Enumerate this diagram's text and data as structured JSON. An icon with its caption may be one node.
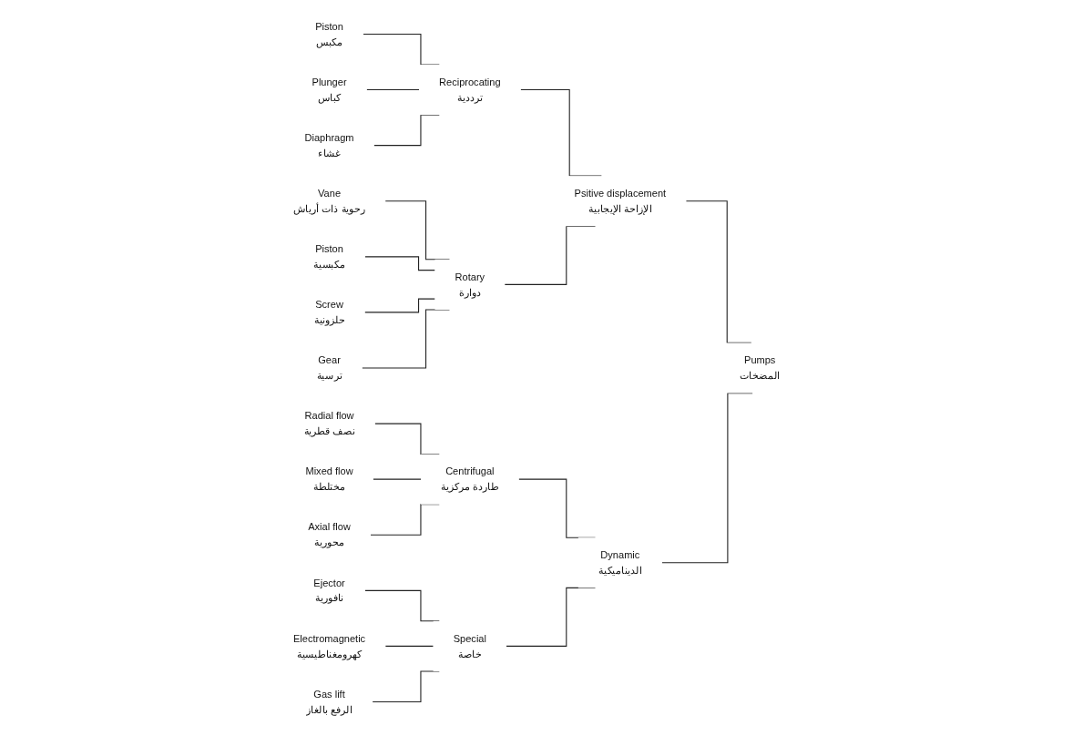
{
  "diagram": {
    "nodes": [
      {
        "text": [
          "Pumps",
          "المضخات"
        ]
      },
      {
        "text": [
          "Psitive displacement",
          "الإزاحة الإيجابية"
        ]
      },
      {
        "text": [
          "Reciprocating",
          "ترددية"
        ]
      },
      {
        "text": [
          "Piston",
          "مكبس"
        ]
      },
      {
        "text": [
          "Plunger",
          "كباس"
        ]
      },
      {
        "text": [
          "Diaphragm",
          "غشاء"
        ]
      },
      {
        "text": [
          "Rotary",
          "دوارة"
        ]
      },
      {
        "text": [
          "Vane",
          "رحوية ذات أرياش"
        ]
      },
      {
        "text": [
          "Piston",
          "مكبسية"
        ]
      },
      {
        "text": [
          "Screw",
          "حلزونية"
        ]
      },
      {
        "text": [
          "Gear",
          "ترسية"
        ]
      },
      {
        "text": [
          "Dynamic",
          "الديناميكية"
        ]
      },
      {
        "text": [
          "Centrifugal",
          "طاردة مركزية"
        ]
      },
      {
        "text": [
          "Radial flow",
          "نصف قطرية"
        ]
      },
      {
        "text": [
          "Mixed flow",
          "مختلطة"
        ]
      },
      {
        "text": [
          "Axial flow",
          "محورية"
        ]
      },
      {
        "text": [
          "Special",
          "خاصة"
        ]
      },
      {
        "text": [
          "Ejector",
          "نافورية"
        ]
      },
      {
        "text": [
          "Electromagnetic",
          "كهرومغناطيسية"
        ]
      },
      {
        "text": [
          "Gas lift",
          "الرفع بالغاز"
        ]
      }
    ],
    "edges": [
      {
        "from": 0,
        "to": 1,
        "arrow": "none"
      },
      {
        "from": 1,
        "to": 2,
        "arrow": "none"
      },
      {
        "from": 2,
        "to": 3,
        "arrow": "none"
      },
      {
        "from": 2,
        "to": 4,
        "arrow": "none"
      },
      {
        "from": 2,
        "to": 5,
        "arrow": "none"
      },
      {
        "from": 1,
        "to": 6,
        "arrow": "none"
      },
      {
        "from": 6,
        "to": 7,
        "arrow": "none"
      },
      {
        "from": 6,
        "to": 8,
        "arrow": "none"
      },
      {
        "from": 6,
        "to": 9,
        "arrow": "none"
      },
      {
        "from": 6,
        "to": 10,
        "arrow": "none"
      },
      {
        "from": 0,
        "to": 11,
        "arrow": "none"
      },
      {
        "from": 11,
        "to": 12,
        "arrow": "none"
      },
      {
        "from": 12,
        "to": 13,
        "arrow": "none"
      },
      {
        "from": 12,
        "to": 14,
        "arrow": "none"
      },
      {
        "from": 12,
        "to": 15,
        "arrow": "none"
      },
      {
        "from": 11,
        "to": 16,
        "arrow": "none"
      },
      {
        "from": 16,
        "to": 17,
        "arrow": "none"
      },
      {
        "from": 16,
        "to": 18,
        "arrow": "none"
      },
      {
        "from": 16,
        "to": 19,
        "arrow": "none"
      }
    ]
  }
}
